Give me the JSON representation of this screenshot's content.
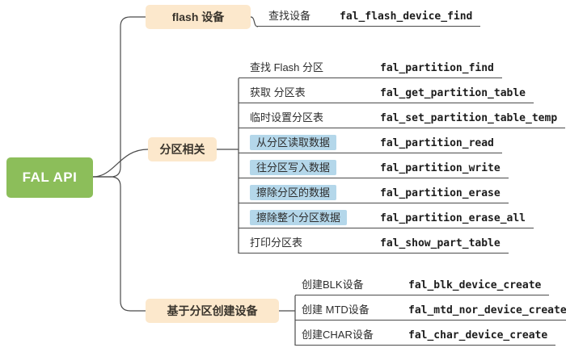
{
  "root": {
    "label": "FAL API"
  },
  "colors": {
    "root_bg": "#8cbe5a",
    "branch_bg": "#fce8cc",
    "highlight_bg": "#b4d7ea",
    "line": "#4b4b4b"
  },
  "branches": [
    {
      "label": "flash 设备",
      "items": [
        {
          "label": "查找设备",
          "api": "fal_flash_device_find",
          "highlight": false
        }
      ]
    },
    {
      "label": "分区相关",
      "items": [
        {
          "label": "查找 Flash 分区",
          "api": "fal_partition_find",
          "highlight": false
        },
        {
          "label": "获取 分区表",
          "api": "fal_get_partition_table",
          "highlight": false
        },
        {
          "label": "临时设置分区表",
          "api": "fal_set_partition_table_temp",
          "highlight": false
        },
        {
          "label": "从分区读取数据",
          "api": "fal_partition_read",
          "highlight": true
        },
        {
          "label": "往分区写入数据",
          "api": "fal_partition_write",
          "highlight": true
        },
        {
          "label": "擦除分区的数据",
          "api": "fal_partition_erase",
          "highlight": true
        },
        {
          "label": "擦除整个分区数据",
          "api": "fal_partition_erase_all",
          "highlight": true
        },
        {
          "label": "打印分区表",
          "api": "fal_show_part_table",
          "highlight": false
        }
      ]
    },
    {
      "label": "基于分区创建设备",
      "items": [
        {
          "label": "创建BLK设备",
          "api": "fal_blk_device_create",
          "highlight": false
        },
        {
          "label": "创建 MTD设备",
          "api": "fal_mtd_nor_device_create",
          "highlight": false
        },
        {
          "label": "创建CHAR设备",
          "api": "fal_char_device_create",
          "highlight": false
        }
      ]
    }
  ]
}
